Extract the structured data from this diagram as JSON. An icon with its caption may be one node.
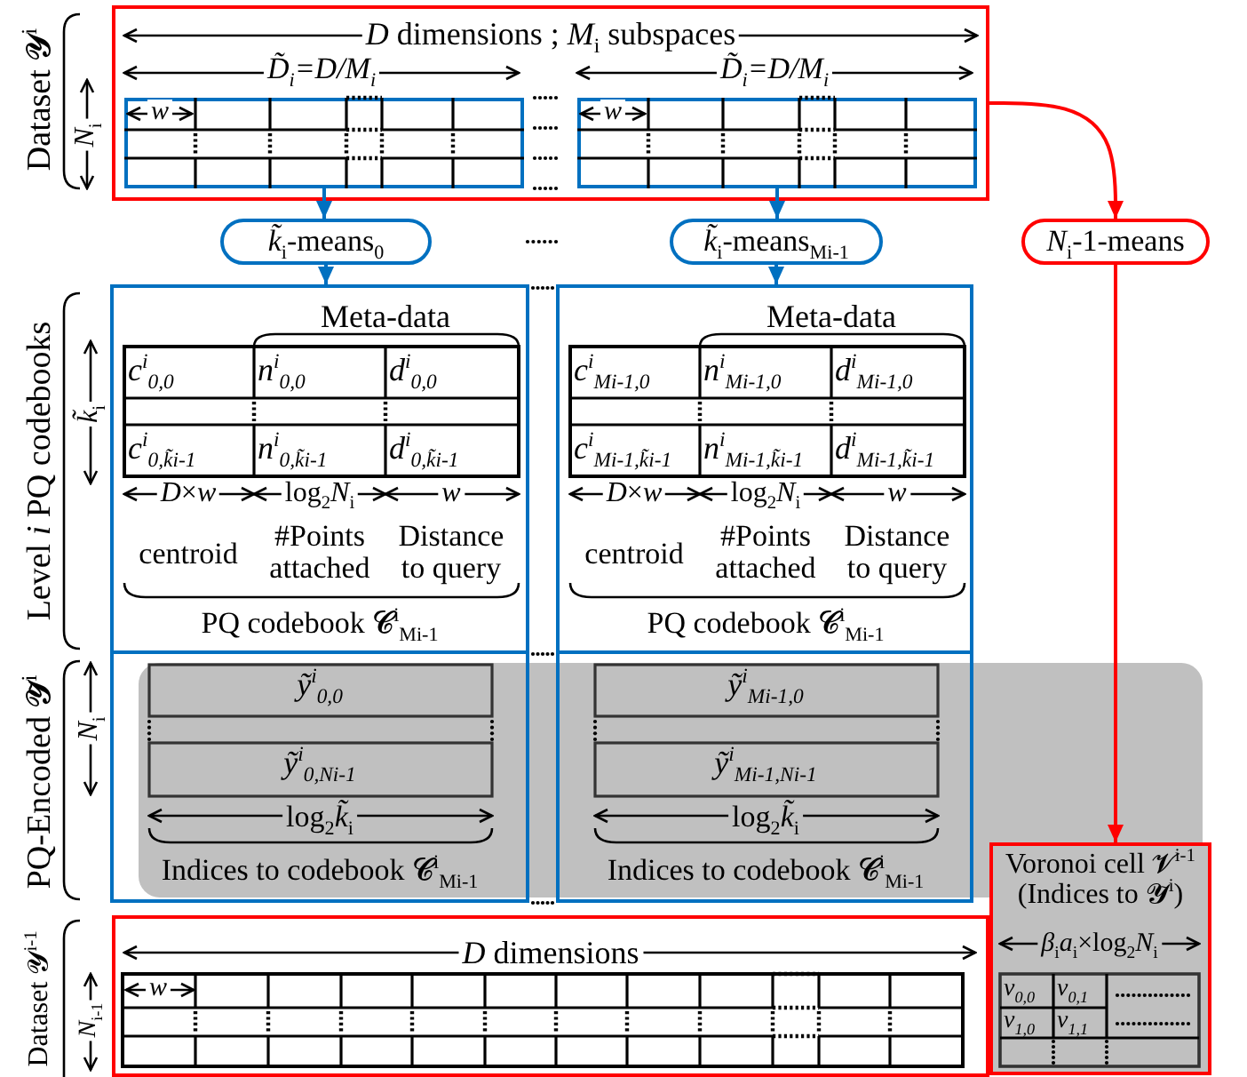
{
  "diagram": {
    "nodes": [
      {
        "text": [
          "*D* dimensions ; *M*$_{i}$ subspaces"
        ]
      },
      {
        "text": [
          "D̃$_{i}$=D/M$_{i}$",
          "w"
        ],
        "in": 0
      },
      {
        "text": [
          "D̃$_{i}$=D/M$_{i}$",
          "w"
        ],
        "in": 0
      },
      {
        "text": [
          "*k̃*$_{i}$-means$_{0}$"
        ]
      },
      {
        "text": [
          "*k̃*$_{i}$-means$_{Mi-1}$"
        ]
      },
      {
        "text": [
          "*N*$_{i}$-1-means"
        ]
      },
      {
        "text": [
          "Meta-data",
          "c$^{i}$$_{0,0}$",
          "n$^{i}$$_{0,0}$",
          "d$^{i}$$_{0,0}$",
          "c$^{i}$$_{0,k̃i-1}$",
          "n$^{i}$$_{0,k̃i-1}$",
          "d$^{i}$$_{0,k̃i-1}$",
          "*D*×*w*",
          "log$_{2}$*N*$_{i}$",
          "w",
          "centroid",
          "#Points attached",
          "Distance to query",
          "PQ codebook 𝓒$^{i}$$_{Mi-1}$"
        ]
      },
      {
        "text": [
          "Meta-data",
          "c$^{i}$$_{Mi-1,0}$",
          "n$^{i}$$_{Mi-1,0}$",
          "d$^{i}$$_{Mi-1,0}$",
          "c$^{i}$$_{Mi-1,k̃i-1}$",
          "n$^{i}$$_{Mi-1,k̃i-1}$",
          "d$^{i}$$_{Mi-1,k̃i-1}$",
          "*D*×*w*",
          "log$_{2}$*N*$_{i}$",
          "w",
          "centroid",
          "#Points attached",
          "Distance to query",
          "PQ codebook 𝓒$^{i}$$_{Mi-1}$"
        ]
      },
      {
        "text": [
          "ỹ$^{i}$$_{0,0}$",
          "ỹ$^{i}$$_{0,Ni-1}$",
          "log$_{2}$*k̃*$_{i}$",
          "Indices to codebook 𝓒$^{i}$$_{Mi-1}$"
        ]
      },
      {
        "text": [
          "ỹ$^{i}$$_{Mi-1,0}$",
          "ỹ$^{i}$$_{Mi-1,Ni-1}$",
          "log$_{2}$*k̃*$_{i}$",
          "Indices to codebook 𝓒$^{i}$$_{Mi-1}$"
        ]
      },
      {
        "text": [
          "Voronoi cell 𝓥$^{i-1}$ (Indices to 𝓨̃$^{i}$)",
          "*β*$_{i}$*a*$_{i}$×log$_{2}$*N*$_{i}$",
          "v$_{0,0}$",
          "v$_{0,1}$",
          "v$_{1,0}$",
          "v$_{1,1}$"
        ]
      },
      {
        "text": [
          "*D* dimensions",
          "w"
        ]
      }
    ],
    "edges": [
      {
        "from": 1,
        "to": 3,
        "arrow": "to"
      },
      {
        "from": 2,
        "to": 4,
        "arrow": "to"
      },
      {
        "from": 0,
        "to": 5,
        "arrow": "to",
        "color": "#ff0000"
      },
      {
        "from": 3,
        "to": 6,
        "arrow": "to"
      },
      {
        "from": 4,
        "to": 7,
        "arrow": "to"
      },
      {
        "from": 5,
        "to": 10,
        "arrow": "to",
        "color": "#ff0000"
      }
    ],
    "labels": [
      "Dataset 𝓨$^{i}$",
      "*N*$_{i}$",
      "Level *i* PQ codebooks",
      "*k̃*$_{i}$",
      "PQ-Encoded 𝓨̃$^{i}$",
      "*N*$_{i}$",
      "Dataset 𝓨$^{i-1}$",
      "*N*$_{i-1}$"
    ]
  }
}
